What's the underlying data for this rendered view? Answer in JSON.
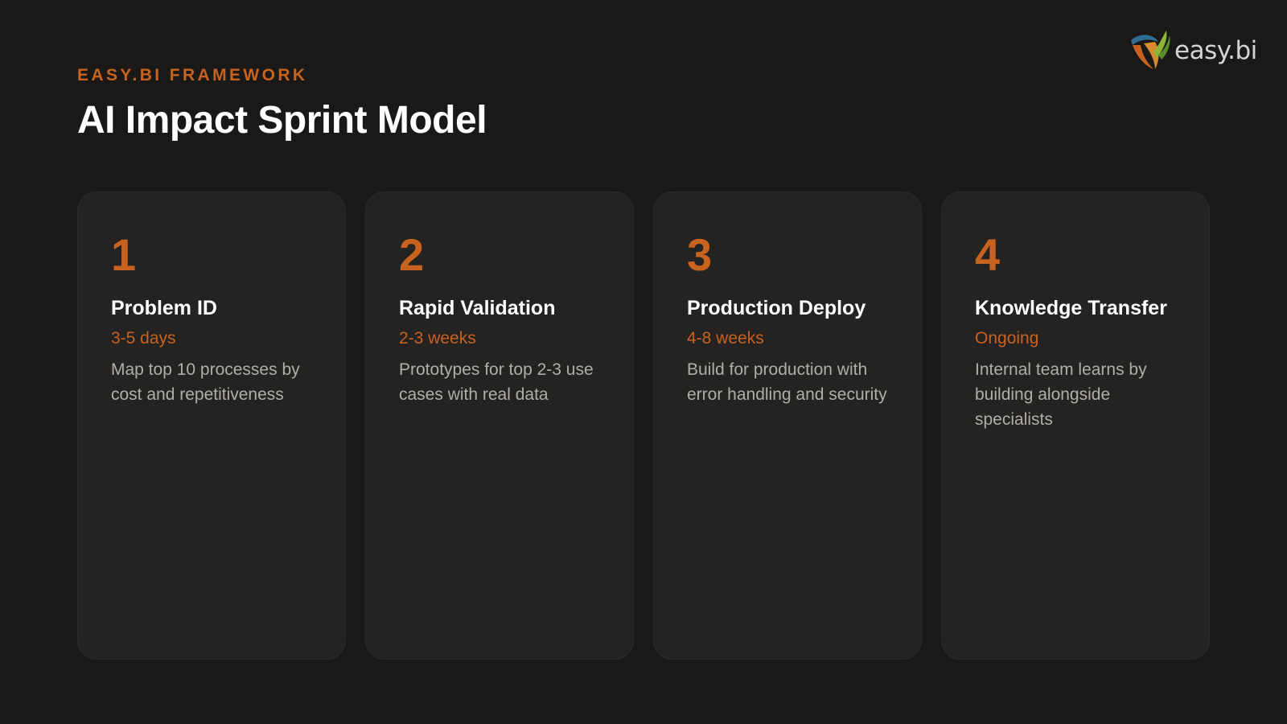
{
  "header": {
    "eyebrow": "EASY.BI FRAMEWORK",
    "title": "AI Impact Sprint Model"
  },
  "logo": {
    "text": "easy.bi",
    "icon": "easybi-logo-icon"
  },
  "colors": {
    "background": "#1a1918",
    "card": "#252322",
    "accent": "#c8621f",
    "title": "#ffffff",
    "body_text": "#b0aeab"
  },
  "steps": [
    {
      "number": "1",
      "title": "Problem ID",
      "duration": "3-5 days",
      "description": "Map top 10 processes by cost and repetitiveness"
    },
    {
      "number": "2",
      "title": "Rapid Validation",
      "duration": "2-3 weeks",
      "description": "Prototypes for top 2-3 use cases with real data"
    },
    {
      "number": "3",
      "title": "Production Deploy",
      "duration": "4-8 weeks",
      "description": "Build for production with error handling and security"
    },
    {
      "number": "4",
      "title": "Knowledge Transfer",
      "duration": "Ongoing",
      "description": "Internal team learns by building alongside specialists"
    }
  ]
}
